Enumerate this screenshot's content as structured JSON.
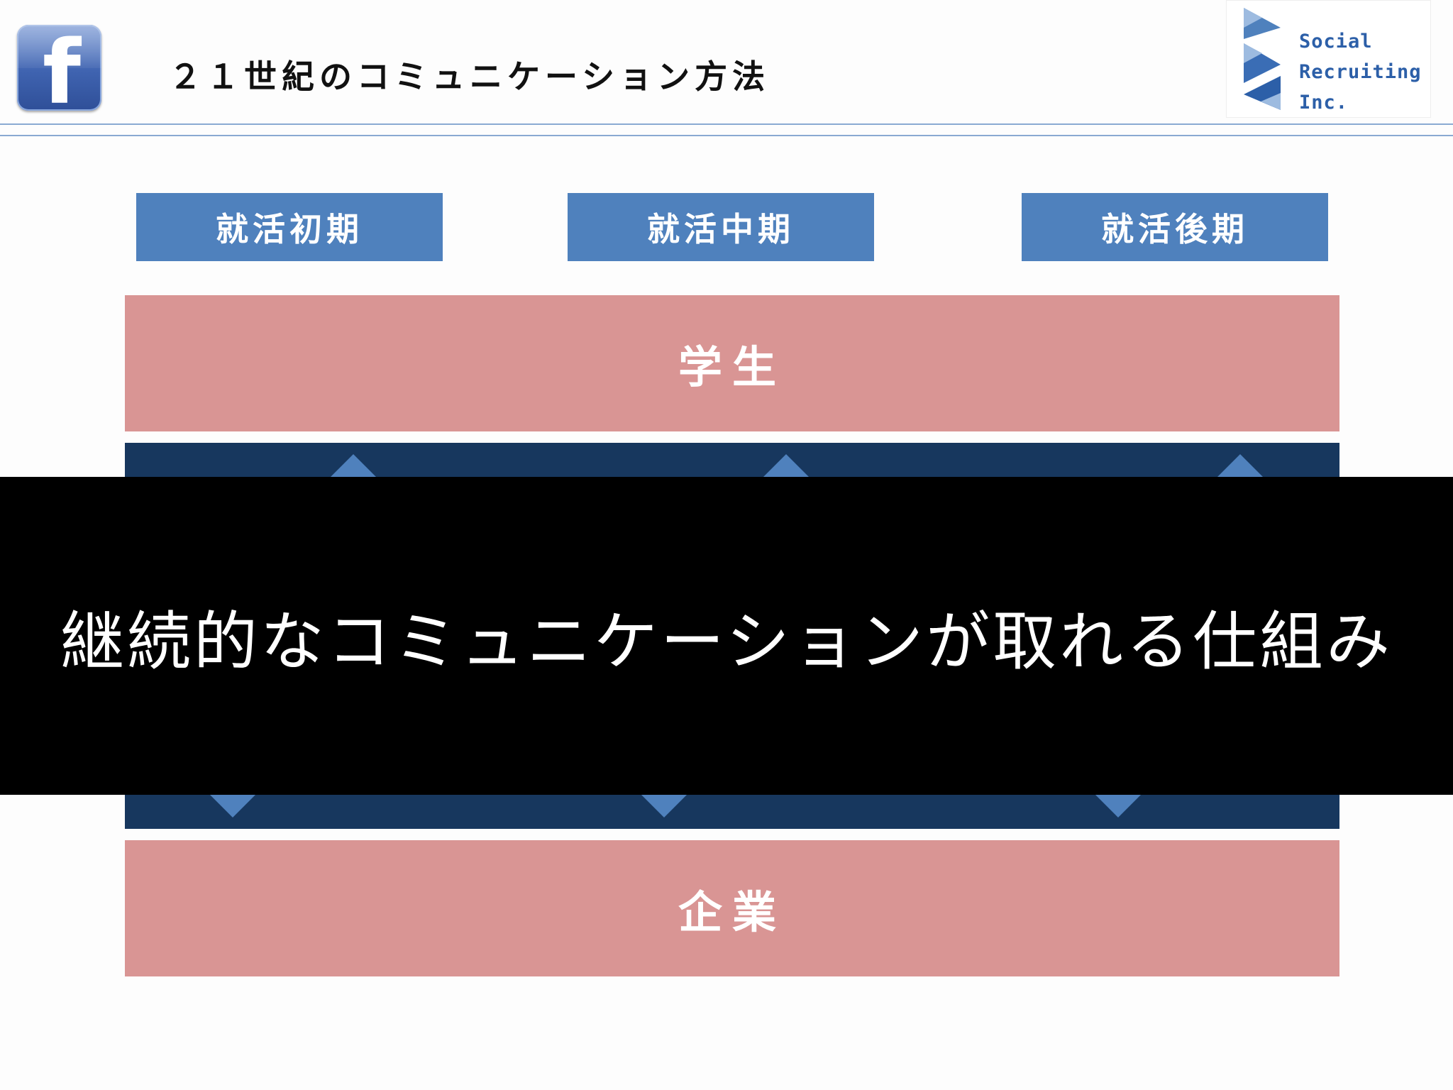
{
  "header": {
    "title": "２１世紀のコミュニケーション方法",
    "facebook_logo": {
      "icon": "facebook-logo-icon",
      "glyph": "f"
    },
    "company_logo": {
      "icon": "company-logo-icon",
      "lines": [
        "Social",
        "Recruiting",
        "Inc."
      ]
    }
  },
  "phases": [
    {
      "label": "就活初期"
    },
    {
      "label": "就活中期"
    },
    {
      "label": "就活後期"
    }
  ],
  "bands": {
    "students": "学生",
    "companies": "企業"
  },
  "overlay": {
    "caption": "継続的なコミュニケーションが取れる仕組み"
  },
  "colors": {
    "phase_box": "#4f81bd",
    "band": "#d99594",
    "comm_bar": "#17375e",
    "arrow": "#4f81bd",
    "overlay": "#000000",
    "rule": "#8aaad2"
  }
}
